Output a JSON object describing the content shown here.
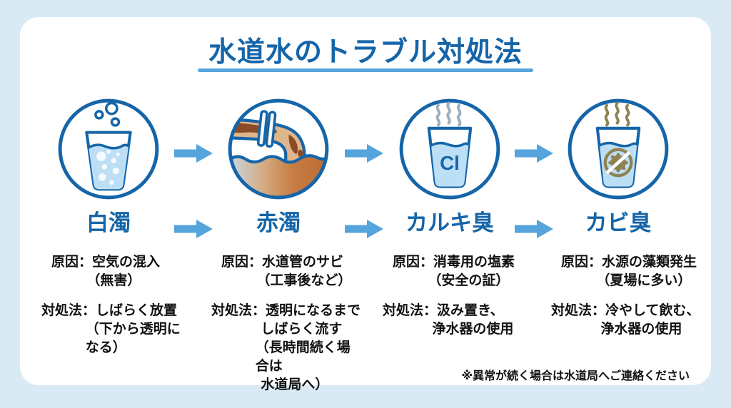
{
  "title": "水道水のトラブル対処法",
  "footer_note": "※異常が続く場合は水道局へご連絡ください",
  "chlorine_symbol": "Cl",
  "colors": {
    "background": "#D9EAF5",
    "card": "#FFFFFF",
    "primary_blue": "#1565A8",
    "accent_blue": "#55A5DC",
    "water_blue": "#BDDFF5",
    "steam_gray": "#9DAFC0",
    "mold_olive": "#8E8352",
    "rust_brown": "#8C4B26",
    "pipe_tan": "#D2996B",
    "body_text": "#111111"
  },
  "columns": [
    {
      "label": "白濁",
      "icon": "bubbly-water-glass-icon",
      "cause": [
        "原因：空気の混入",
        "（無害）"
      ],
      "remedy": [
        "対処法：しばらく放置",
        "（下から透明になる）"
      ]
    },
    {
      "label": "赤濁",
      "icon": "rusty-pipe-icon",
      "cause": [
        "原因：水道管のサビ",
        "（工事後など）"
      ],
      "remedy": [
        "対処法：透明になるまで",
        "しばらく流す",
        "（長時間続く場合は",
        "水道局へ）"
      ]
    },
    {
      "label": "カルキ臭",
      "icon": "chlorine-glass-icon",
      "cause": [
        "原因：消毒用の塩素",
        "（安全の証）"
      ],
      "remedy": [
        "対処法：汲み置き、",
        "浄水器の使用"
      ]
    },
    {
      "label": "カビ臭",
      "icon": "mold-glass-icon",
      "cause": [
        "原因：水源の藻類発生",
        "（夏場に多い）"
      ],
      "remedy": [
        "対処法：冷やして飲む、",
        "浄水器の使用"
      ]
    }
  ]
}
